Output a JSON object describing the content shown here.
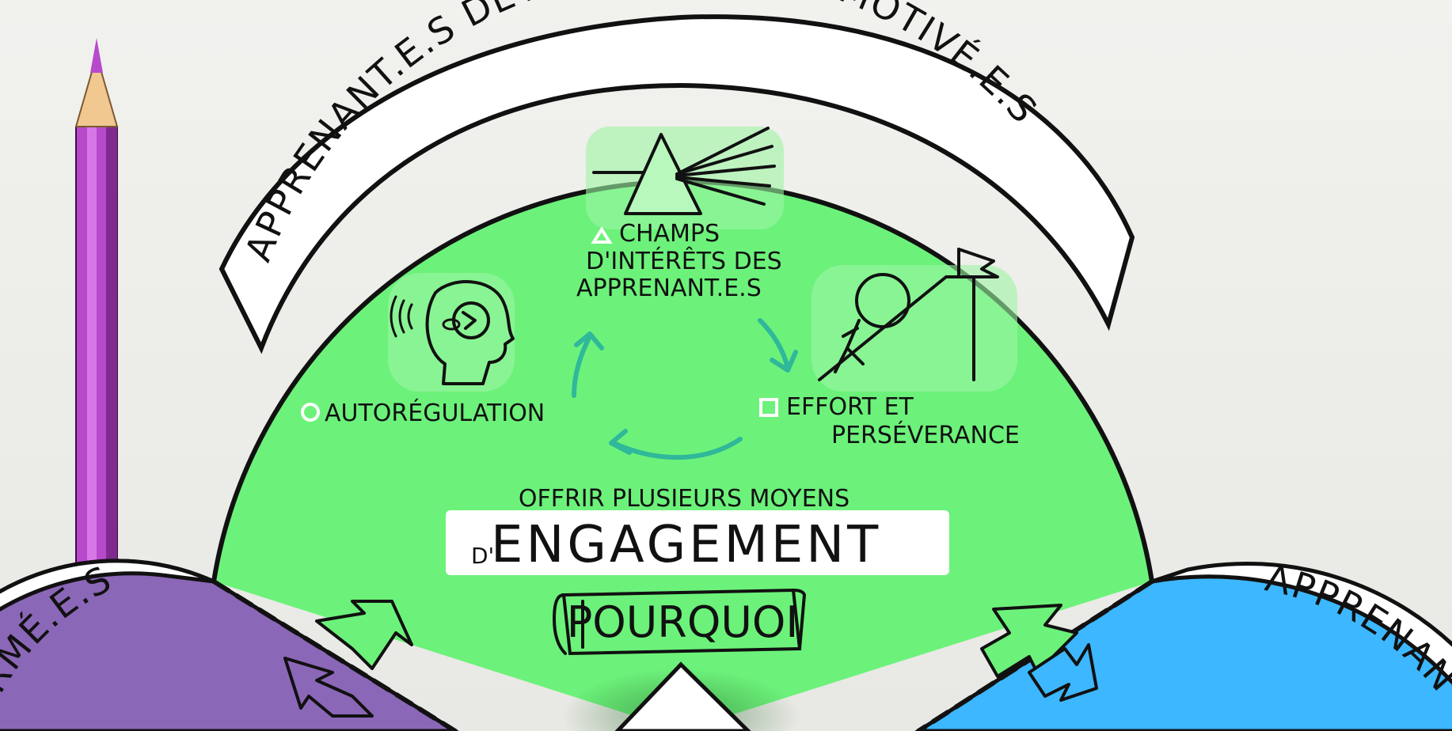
{
  "top_banner": {
    "text": "APPRENANT.E.S DÉTERMINÉ.E.S ET MOTIVÉ.E.S"
  },
  "left_banner": {
    "text": "RMÉ.E.S"
  },
  "right_banner": {
    "text": "APPRENAN"
  },
  "items": {
    "interests": {
      "label_line1": "CHAMPS",
      "label_line2": "D'INTÉRÊTS DES",
      "label_line3": "APPRENANT.E.S",
      "marker": "triangle"
    },
    "self_regulation": {
      "label": "AUTORÉGULATION",
      "marker": "circle"
    },
    "effort": {
      "label_line1": "EFFORT ET",
      "label_line2": "PERSÉVERANCE",
      "marker": "square"
    }
  },
  "engagement": {
    "intro": "OFFRIR PLUSIEURS MOYENS",
    "prefix": "D'",
    "title": "ENGAGEMENT"
  },
  "why_scroll": {
    "text": "POURQUOI"
  },
  "colors": {
    "green": "#6cf27a",
    "purple": "#8b67b8",
    "blue": "#3db7ff",
    "teal_arrow": "#2fb89a",
    "pencil": "#c04fd0"
  },
  "icons": [
    "prism-icon",
    "head-listening-icon",
    "boulder-uphill-flag-icon",
    "cycle-arrows-icon",
    "pencil-icon",
    "exchange-arrows-icon"
  ]
}
